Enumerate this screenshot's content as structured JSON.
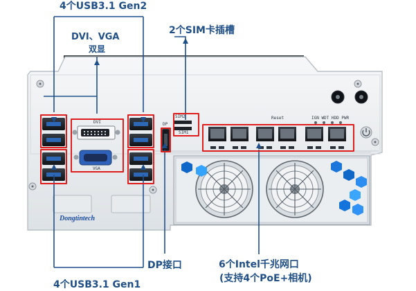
{
  "callouts": {
    "usb31_gen2": "4个USB3.1 Gen2",
    "dvi_vga": "DVI、VGA",
    "dual_display": "双显",
    "sim_slots": "2个SIM卡插槽",
    "dp_port": "DP接口",
    "intel_lan": "6个Intel千兆网口",
    "poe_camera": "(支持4个PoE+相机)",
    "usb31_gen1": "4个USB3.1 Gen1"
  },
  "panel_labels": {
    "dvi": "DVI",
    "vga": "VGA",
    "sim2": "SIM2",
    "sim1": "SIM1",
    "dp": "DP",
    "reset": "Reset",
    "leds": "IGN WDT HDD PWR"
  },
  "brand": {
    "name": "Dongtintech"
  },
  "colors": {
    "callout": "#1f4f86",
    "highlight": "#e01d1d",
    "chassis": "#eceff2",
    "fan_panel": "#dfe3e7"
  },
  "icons": {
    "usb": "usb-port-icon",
    "lan": "lan-port-icon",
    "power": "power-icon",
    "fan": "fan-icon"
  }
}
